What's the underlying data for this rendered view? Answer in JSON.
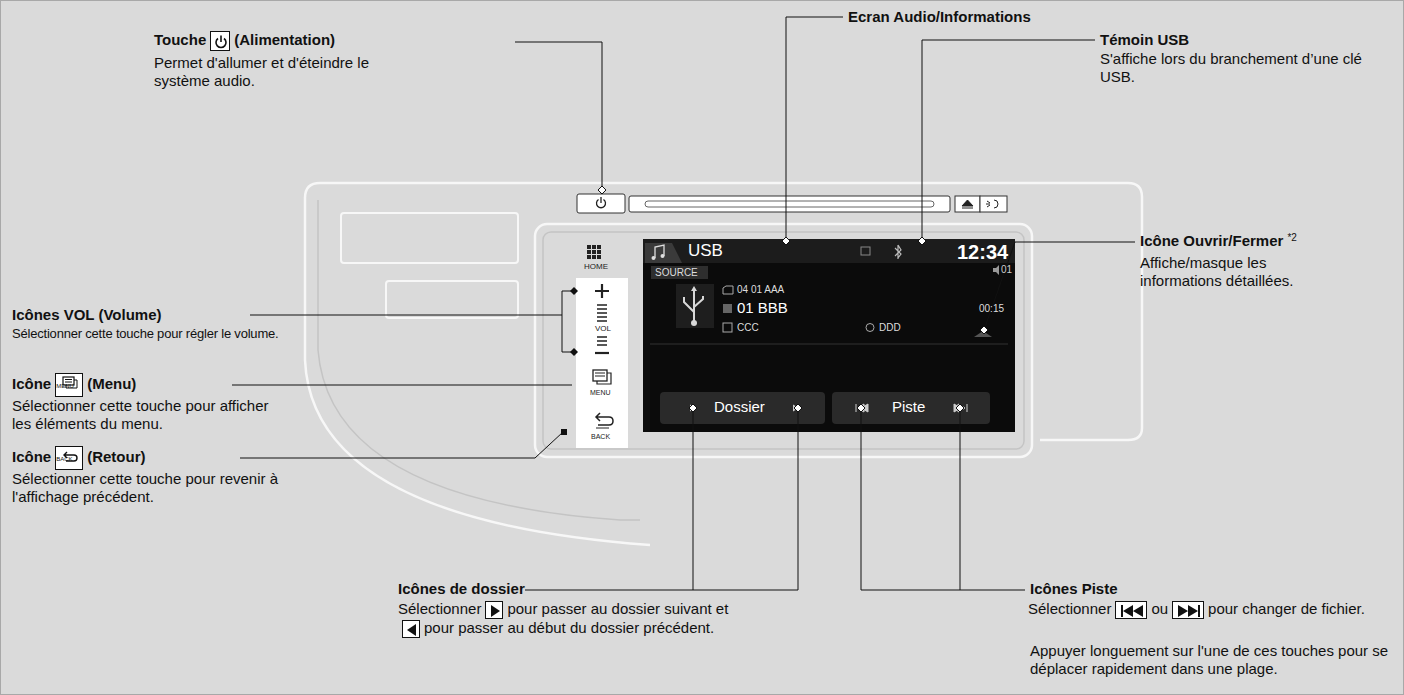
{
  "diagram": {
    "labels": [
      "Ecran Audio/Informations",
      "Témoin USB",
      "S'affiche lors du branchement d’une clé USB.",
      "Touche",
      "(Alimentation)",
      "Permet d'allumer et d'éteindre le système audio.",
      "Icônes VOL (Volume)",
      "Sélectionner cette touche pour régler le volume.",
      "Icône",
      "MENU",
      "(Menu)",
      "Sélectionner cette touche pour afficher les éléments du menu.",
      "Icône",
      "BACK",
      "(Retour)",
      "Sélectionner cette touche pour revenir à l'affichage précédent.",
      "Icône Ouvrir/Fermer",
      "*2",
      "Affiche/masque les informations détaillées.",
      "Icônes de dossier",
      "Sélectionner",
      "pour passer au dossier suivant et",
      "pour passer au début du dossier précédent.",
      "Icônes Piste",
      "Sélectionner",
      "ou",
      "pour changer de fichier.",
      "Appuyer longuement sur l'une de ces touches pour se déplacer rapidement dans une plage.",
      "HOME",
      "VOL",
      "MENU",
      "BACK",
      "USB",
      "12:34",
      "SOURCE",
      "01",
      "04 01 AAA",
      "01 BBB",
      "00:15",
      "CCC",
      "DDD",
      "Dossier",
      "Piste"
    ]
  }
}
